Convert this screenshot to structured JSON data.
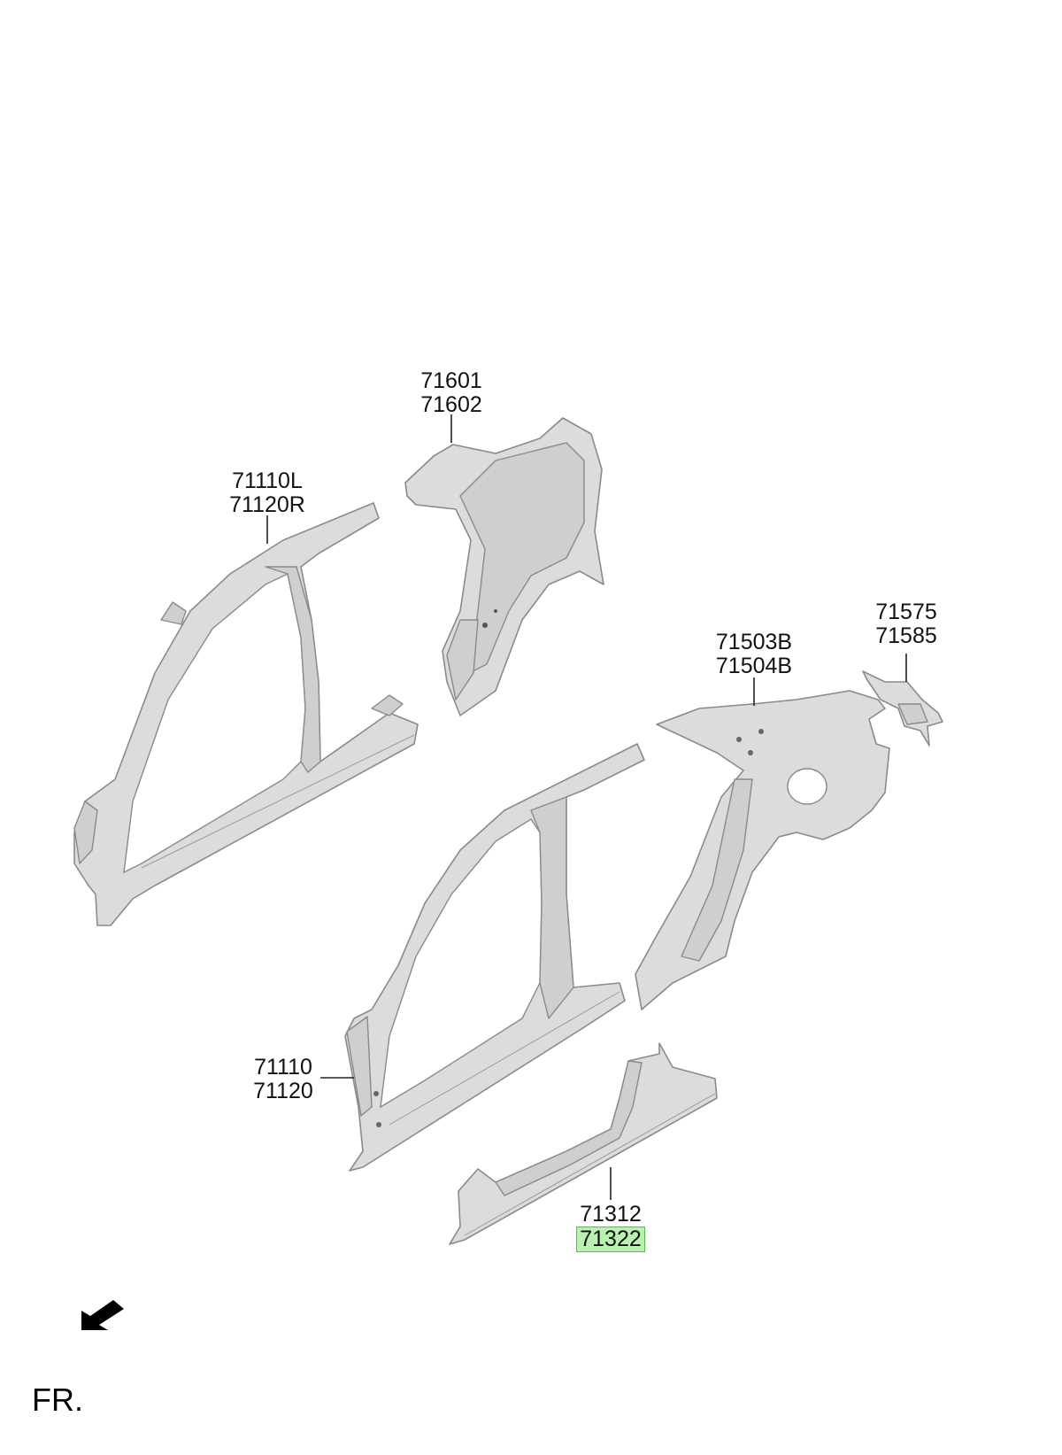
{
  "labels": {
    "rear_upper_inner": [
      "71601",
      "71602"
    ],
    "side_outer_left": [
      "71110L",
      "71120R"
    ],
    "quarter_bracket": [
      "71575",
      "71585"
    ],
    "quarter_panel": [
      "71503B",
      "71504B"
    ],
    "side_outer": [
      "71110",
      "71120"
    ],
    "sill_panel": [
      "71312",
      "71322"
    ]
  },
  "highlighted_part": "71322",
  "highlight_color": "#b9f2b0",
  "direction_label": "FR.",
  "direction_icon": "front-arrow-icon"
}
